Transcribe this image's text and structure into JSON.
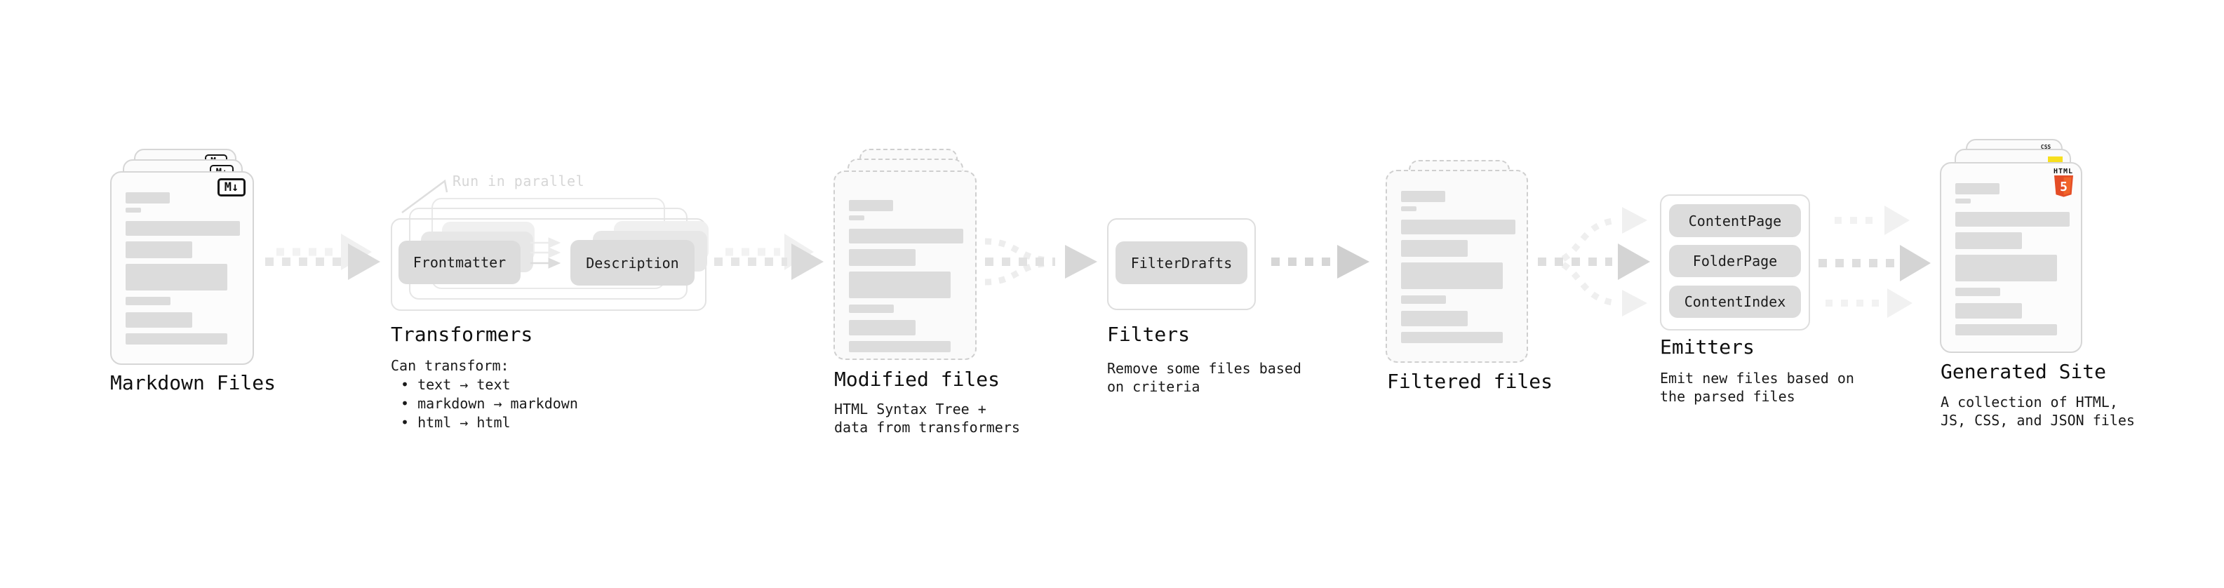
{
  "stages": {
    "markdown_files": {
      "label": "Markdown Files"
    },
    "transformers": {
      "label": "Transformers",
      "callout": "Run in parallel",
      "box1": "Frontmatter",
      "box2": "Description",
      "desc_title": "Can transform:",
      "bullets": [
        "• text → text",
        "• markdown → markdown",
        "• html → html"
      ]
    },
    "modified_files": {
      "label": "Modified files",
      "desc": "HTML Syntax Tree +\ndata from transformers"
    },
    "filters": {
      "label": "Filters",
      "box1": "FilterDrafts",
      "desc": "Remove some files based\non criteria"
    },
    "filtered_files": {
      "label": "Filtered files"
    },
    "emitters": {
      "label": "Emitters",
      "boxes": [
        "ContentPage",
        "FolderPage",
        "ContentIndex"
      ],
      "desc": "Emit new files based on\nthe parsed files"
    },
    "generated_site": {
      "label": "Generated Site",
      "desc": "A collection of HTML,\nJS, CSS, and JSON files",
      "css_badge": "CSS",
      "html_badge": "HTML",
      "html5_number": "5"
    }
  },
  "icons": {
    "markdown_badge": "M↓"
  },
  "colors": {
    "css_blue": "#2965f1",
    "js_yellow": "#f7df1e",
    "html_orange": "#e44d26",
    "html_orange_light": "#f16529"
  }
}
